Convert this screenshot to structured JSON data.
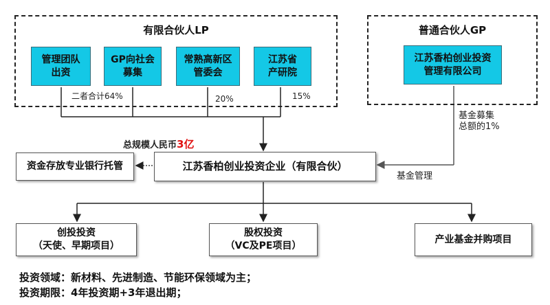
{
  "lp_group": {
    "title": "有限合伙人LP",
    "boxes": [
      "管理团队\n出资",
      "GP向社会\n募集",
      "常熟高新区\n管委会",
      "江苏省\n产研院"
    ]
  },
  "gp_group": {
    "title": "普通合伙人GP",
    "box": "江苏香柏创业投资\n管理有限公司"
  },
  "labels": {
    "combined_share": "二者合计64%",
    "share_20": "20%",
    "share_15": "15%",
    "total_scale_prefix": "总规模人民币",
    "total_scale_value": "3亿",
    "gp_share": "基金募集\n总额的1%",
    "fund_management": "基金管理"
  },
  "center_box": "江苏香柏创业投资企业（有限合伙）",
  "custody_box": "资金存放专业银行托管",
  "investment_types": [
    "创投投资\n（天使、早期项目）",
    "股权投资\n（VC及PE项目）",
    "产业基金并购项目"
  ],
  "notes": {
    "field": "投资领域：新材料、先进制造、节能环保领域为主；",
    "period": "投资期限：4年投资期+3年退出期；"
  }
}
